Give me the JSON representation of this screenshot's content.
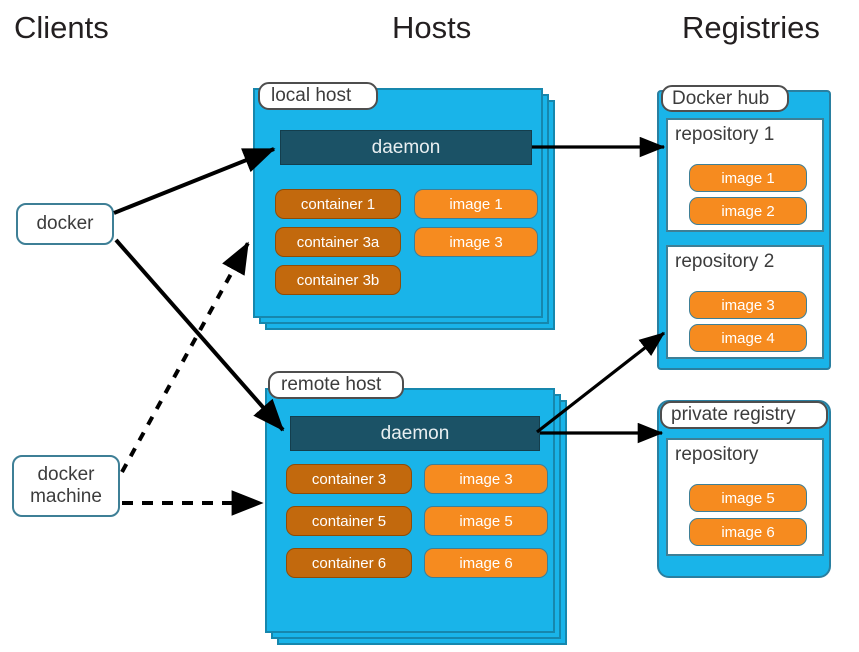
{
  "columns": [
    {
      "title": "Clients"
    },
    {
      "title": "Hosts"
    },
    {
      "title": "Registries"
    }
  ],
  "colors": {
    "host_fill": "#19b4e9",
    "host_stroke": "#1687ad",
    "daemon_fill": "#1b5266",
    "container_fill": "#c2690d",
    "image_fill": "#f68b1f",
    "node_stroke": "#3e7f96",
    "text_dark": "#3c3c3c",
    "background": "#ffffff",
    "arrow": "#000000"
  },
  "clients": [
    {
      "id": "docker",
      "label": "docker"
    },
    {
      "id": "docker-machine",
      "label": "docker\nmachine",
      "line1": "docker",
      "line2": "machine"
    }
  ],
  "hosts": [
    {
      "id": "local-host",
      "label": "local host",
      "daemon": "daemon",
      "containers": [
        "container 1",
        "container 3a",
        "container 3b"
      ],
      "images": [
        "image 1",
        "image 3"
      ]
    },
    {
      "id": "remote-host",
      "label": "remote host",
      "daemon": "daemon",
      "containers": [
        "container 3",
        "container 5",
        "container 6"
      ],
      "images": [
        "image 3",
        "image 5",
        "image 6"
      ]
    }
  ],
  "registries": [
    {
      "id": "docker-hub",
      "label": "Docker hub",
      "repositories": [
        {
          "title": "repository 1",
          "images": [
            "image 1",
            "image 2"
          ]
        },
        {
          "title": "repository 2",
          "images": [
            "image 3",
            "image 4"
          ]
        }
      ]
    },
    {
      "id": "private-registry",
      "label": "private registry",
      "repositories": [
        {
          "title": "repository",
          "images": [
            "image 5",
            "image 6"
          ]
        }
      ]
    }
  ],
  "connections": [
    {
      "id": "docker-to-local-daemon",
      "from": "docker",
      "to": "local-host-daemon",
      "style": "solid"
    },
    {
      "id": "docker-to-remote-daemon",
      "from": "docker",
      "to": "remote-host-daemon",
      "style": "solid"
    },
    {
      "id": "machine-to-local-host",
      "from": "docker-machine",
      "to": "local-host",
      "style": "dashed"
    },
    {
      "id": "machine-to-remote-host",
      "from": "docker-machine",
      "to": "remote-host",
      "style": "dashed"
    },
    {
      "id": "local-daemon-to-repo1",
      "from": "local-host-daemon",
      "to": "repository-1",
      "style": "solid"
    },
    {
      "id": "remote-daemon-to-repo2",
      "from": "remote-host-daemon",
      "to": "repository-2",
      "style": "solid"
    },
    {
      "id": "remote-daemon-to-private",
      "from": "remote-host-daemon",
      "to": "private-registry",
      "style": "solid"
    }
  ]
}
